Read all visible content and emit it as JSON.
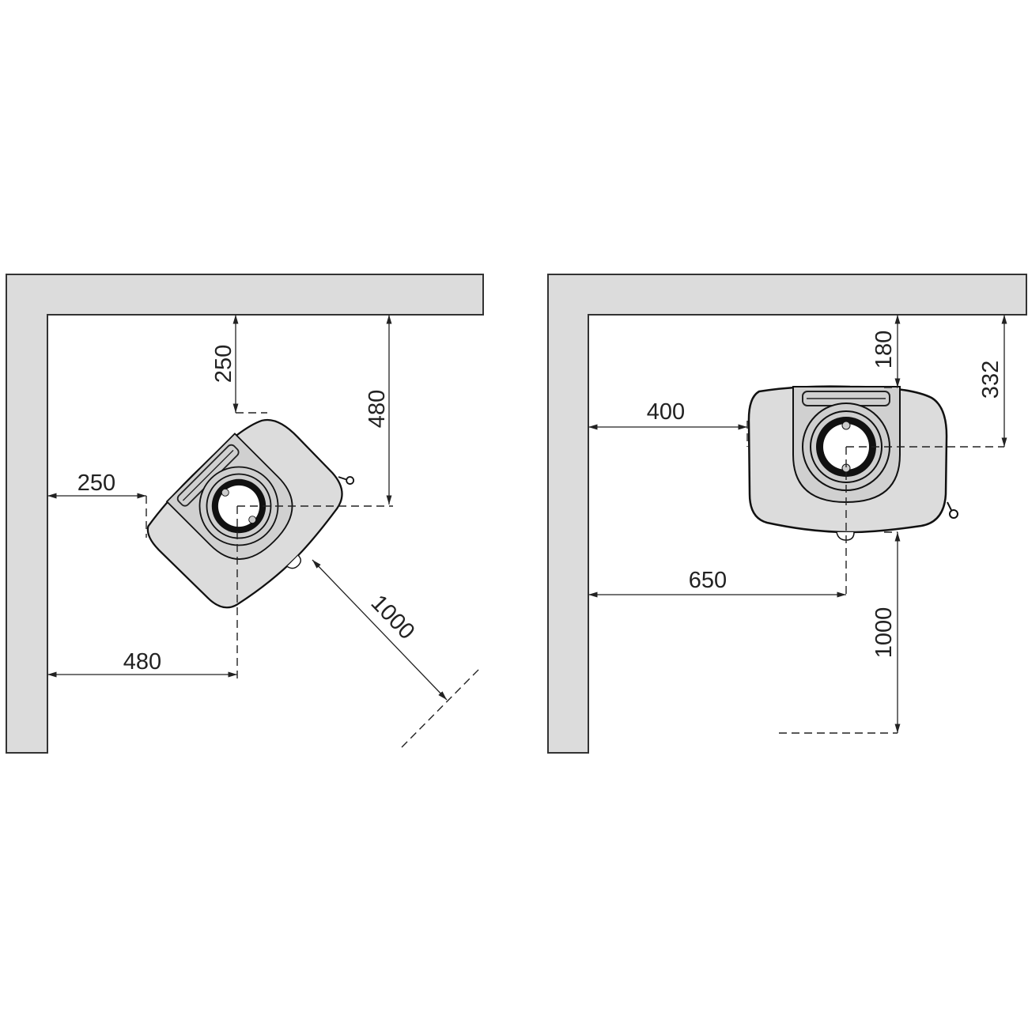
{
  "left_plan": {
    "dimensions": {
      "top_clearance": "250",
      "top_to_axis": "480",
      "side_clearance": "250",
      "side_to_axis": "480",
      "front_clearance": "1000"
    }
  },
  "right_plan": {
    "dimensions": {
      "side_clearance": "400",
      "top_clearance": "180",
      "top_to_axis": "332",
      "side_to_axis": "650",
      "front_clearance": "1000"
    }
  }
}
